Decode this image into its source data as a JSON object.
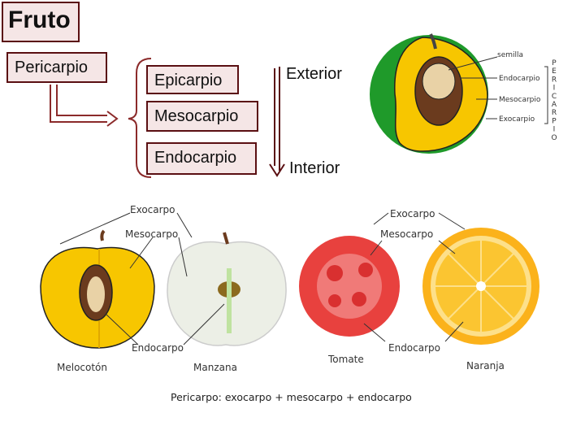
{
  "title": "Fruto",
  "boxes": {
    "pericarpio": "Pericarpio",
    "epicarpio": "Epicarpio",
    "mesocarpio": "Mesocarpio",
    "endocarpio": "Endocarpio"
  },
  "direction": {
    "exterior": "Exterior",
    "interior": "Interior"
  },
  "peach_section": {
    "labels": {
      "semilla": "semilla",
      "endocarpio": "Endocarpio",
      "mesocarpio": "Mesocarpio",
      "exocarpio": "Exocarpio"
    },
    "vertical_word": [
      "P",
      "E",
      "R",
      "I",
      "C",
      "A",
      "R",
      "P",
      "I",
      "O"
    ]
  },
  "fruits_figure": {
    "labels": {
      "exocarpo_left": "Exocarpo",
      "mesocarpo_left": "Mesocarpo",
      "endocarpo_left": "Endocarpo",
      "exocarpo_right": "Exocarpo",
      "mesocarpo_right": "Mesocarpo",
      "endocarpo_right": "Endocarpo"
    },
    "fruit_names": {
      "melocoton": "Melocotón",
      "manzana": "Manzana",
      "tomate": "Tomate",
      "naranja": "Naranja"
    },
    "caption": "Pericarpo: exocarpo + mesocarpo + endocarpo"
  },
  "colors": {
    "border": "#5a0f12",
    "box_fill": "#f5e6e6",
    "peach_yellow": "#f7c600",
    "peach_green": "#1f9a2a",
    "stone": "#6b3b1e",
    "tomato": "#e8413e",
    "orange": "#fbb21b",
    "apple": "#ecefe6"
  }
}
